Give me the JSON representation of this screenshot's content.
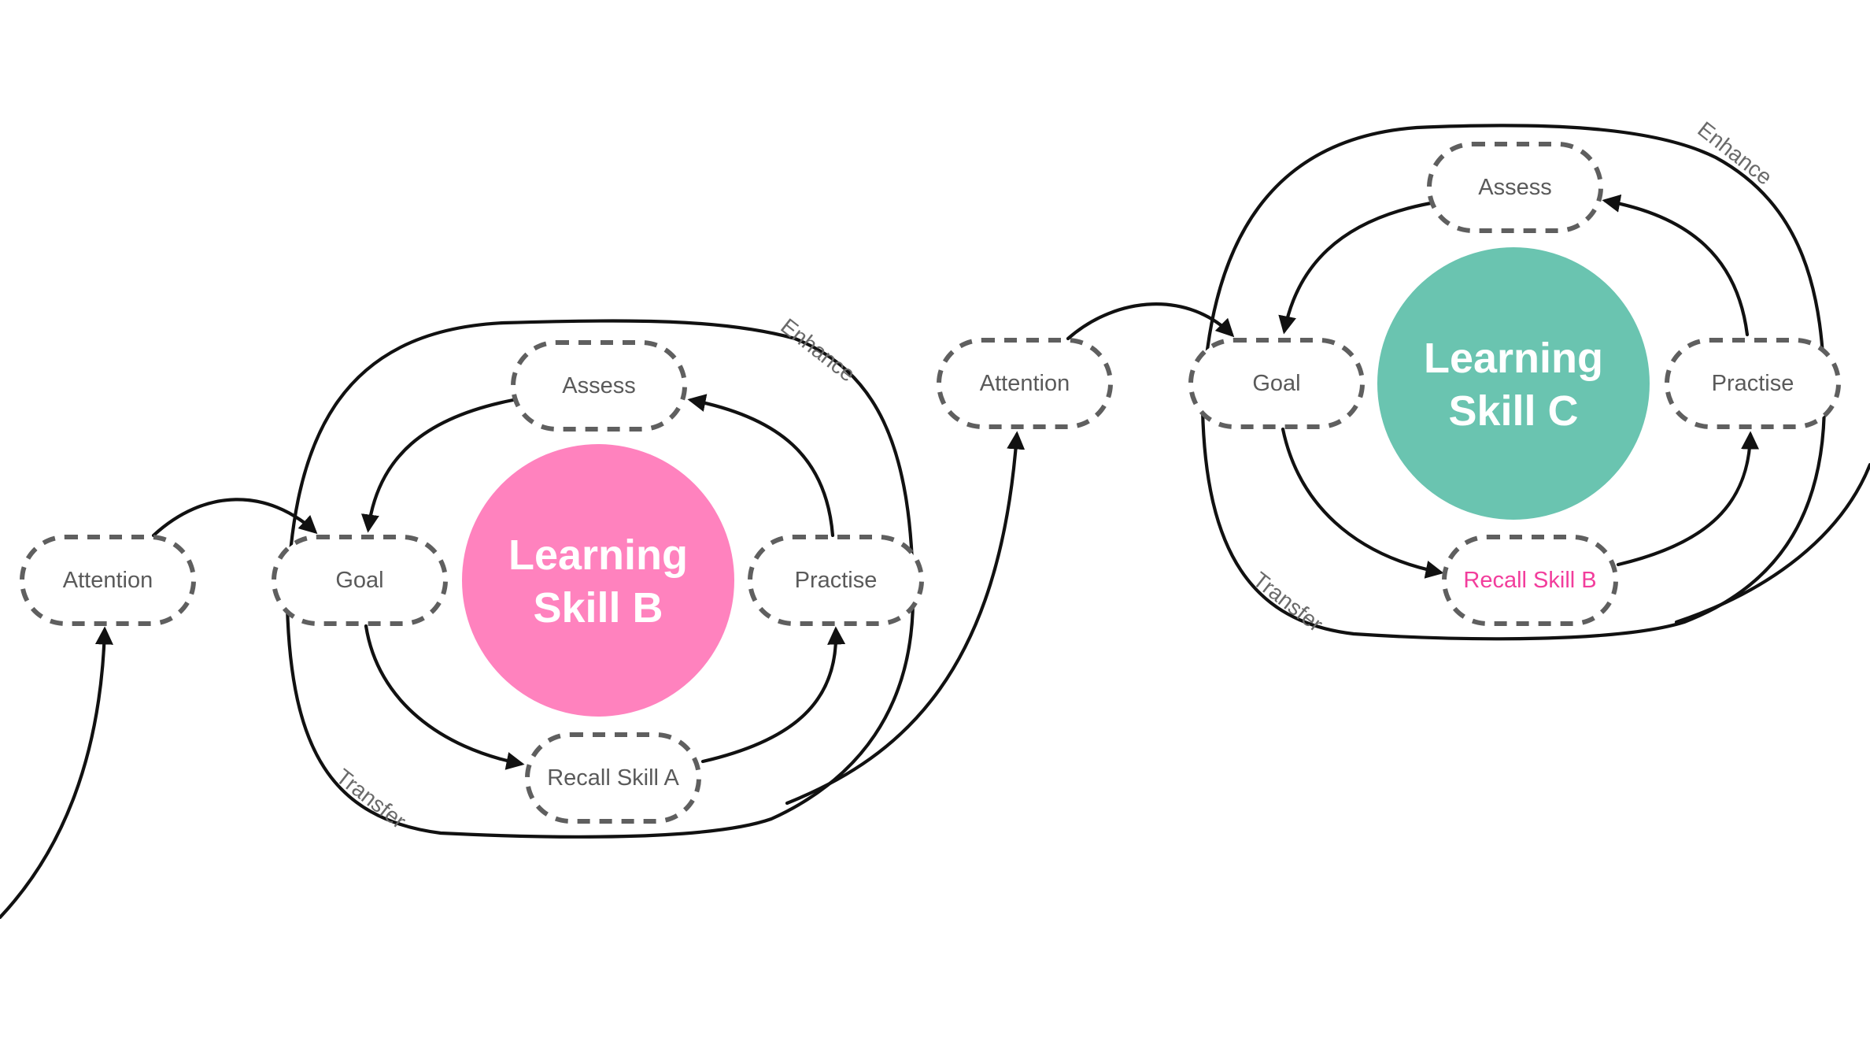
{
  "diagram": {
    "skills": [
      {
        "id": "skill-b",
        "title_line1": "Learning",
        "title_line2": "Skill B",
        "color": "#ff82be",
        "nodes": {
          "attention": "Attention",
          "goal": "Goal",
          "assess": "Assess",
          "practise": "Practise",
          "recall": "Recall Skill A"
        },
        "enhance_label": "Enhance",
        "transfer_label": "Transfer"
      },
      {
        "id": "skill-c",
        "title_line1": "Learning",
        "title_line2": "Skill C",
        "color": "#6ac4b0",
        "nodes": {
          "attention": "Attention",
          "goal": "Goal",
          "assess": "Assess",
          "practise": "Practise",
          "recall": "Recall Skill B"
        },
        "recall_color": "#f23d9c",
        "enhance_label": "Enhance",
        "transfer_label": "Transfer"
      }
    ],
    "edges": [
      "Attention -> Goal",
      "Goal -> Recall",
      "Recall -> Practise",
      "Practise -> Assess",
      "Assess -> Goal",
      "Enhance loop -> Goal",
      "Transfer -> next Attention"
    ]
  }
}
